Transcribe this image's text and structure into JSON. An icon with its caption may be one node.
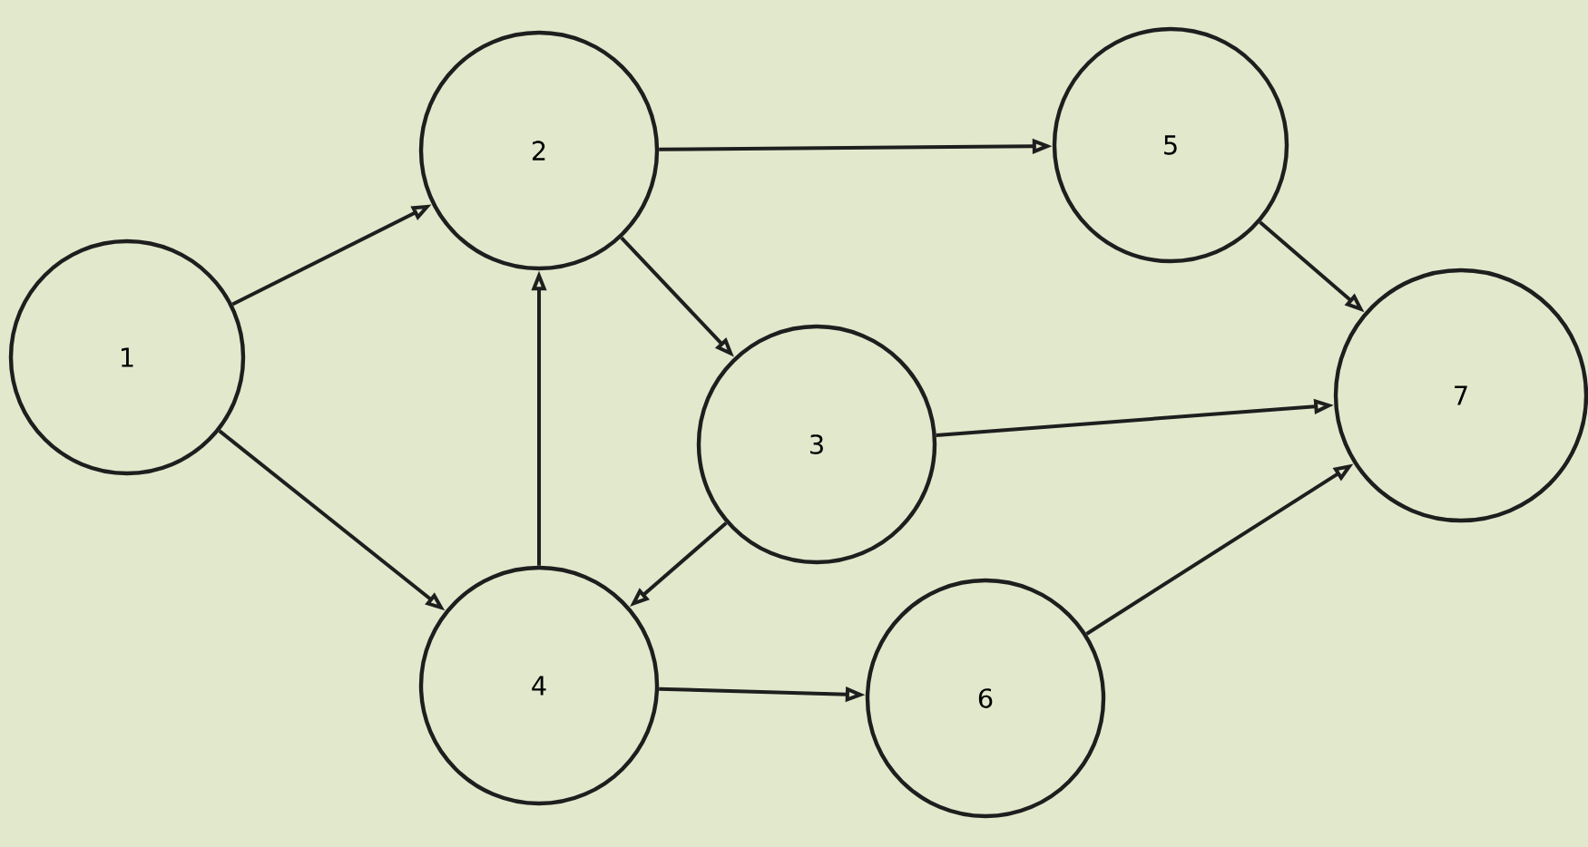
{
  "diagram": {
    "nodes": [
      {
        "text": [
          "1"
        ]
      },
      {
        "text": [
          "2"
        ]
      },
      {
        "text": [
          "3"
        ]
      },
      {
        "text": [
          "4"
        ]
      },
      {
        "text": [
          "5"
        ]
      },
      {
        "text": [
          "6"
        ]
      },
      {
        "text": [
          "7"
        ]
      }
    ],
    "edges": [
      {
        "from": 0,
        "to": 1,
        "arrow": "to"
      },
      {
        "from": 0,
        "to": 3,
        "arrow": "to"
      },
      {
        "from": 1,
        "to": 4,
        "arrow": "to"
      },
      {
        "from": 1,
        "to": 2,
        "arrow": "to"
      },
      {
        "from": 3,
        "to": 1,
        "arrow": "to"
      },
      {
        "from": 2,
        "to": 3,
        "arrow": "to"
      },
      {
        "from": 2,
        "to": 6,
        "arrow": "to"
      },
      {
        "from": 4,
        "to": 6,
        "arrow": "to"
      },
      {
        "from": 3,
        "to": 5,
        "arrow": "to"
      },
      {
        "from": 5,
        "to": 6,
        "arrow": "to"
      }
    ]
  }
}
